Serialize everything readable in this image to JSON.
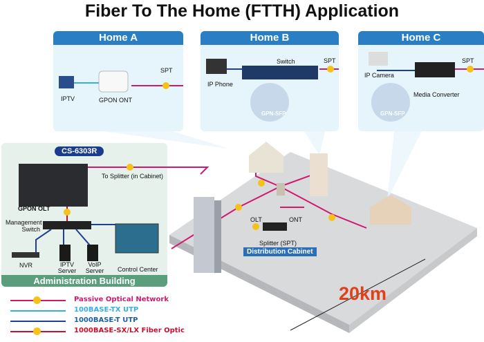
{
  "title": "Fiber To The Home (FTTH) Application",
  "homes": [
    {
      "name": "Home A",
      "labels": {
        "iptv": "IPTV",
        "ont": "GPON ONT",
        "spt": "SPT"
      }
    },
    {
      "name": "Home B",
      "labels": {
        "phone": "IP Phone",
        "switch": "Switch",
        "spt": "SPT",
        "sfp": "GPN-SFP"
      }
    },
    {
      "name": "Home C",
      "labels": {
        "camera": "IP Camera",
        "converter": "Media Converter",
        "spt": "SPT",
        "sfp": "GPN-SFP"
      }
    }
  ],
  "admin": {
    "model": "CS-6303R",
    "olt": "GPON OLT",
    "to_splitter": "To Splitter (in Cabinet)",
    "mgmt_switch": "Management Switch",
    "nvr": "NVR",
    "iptv_server": "IPTV Server",
    "voip_server": "VoIP Server",
    "control_center": "Control Center",
    "footer": "Administration Building"
  },
  "cabinet": {
    "olt": "OLT",
    "ont": "ONT",
    "splitter": "Splitter (SPT)",
    "label": "Distribution Cabinet"
  },
  "distance": "20km",
  "legend": [
    {
      "label": "Passive Optical Network",
      "color": "#d0186c",
      "marker": true
    },
    {
      "label": "100BASE-TX UTP",
      "color": "#35aee6",
      "marker": false
    },
    {
      "label": "1000BASE-T UTP",
      "color": "#1c3f95",
      "marker": false
    },
    {
      "label": "1000BASE-SX/LX Fiber Optic",
      "color": "#c8102e",
      "marker": true
    }
  ]
}
